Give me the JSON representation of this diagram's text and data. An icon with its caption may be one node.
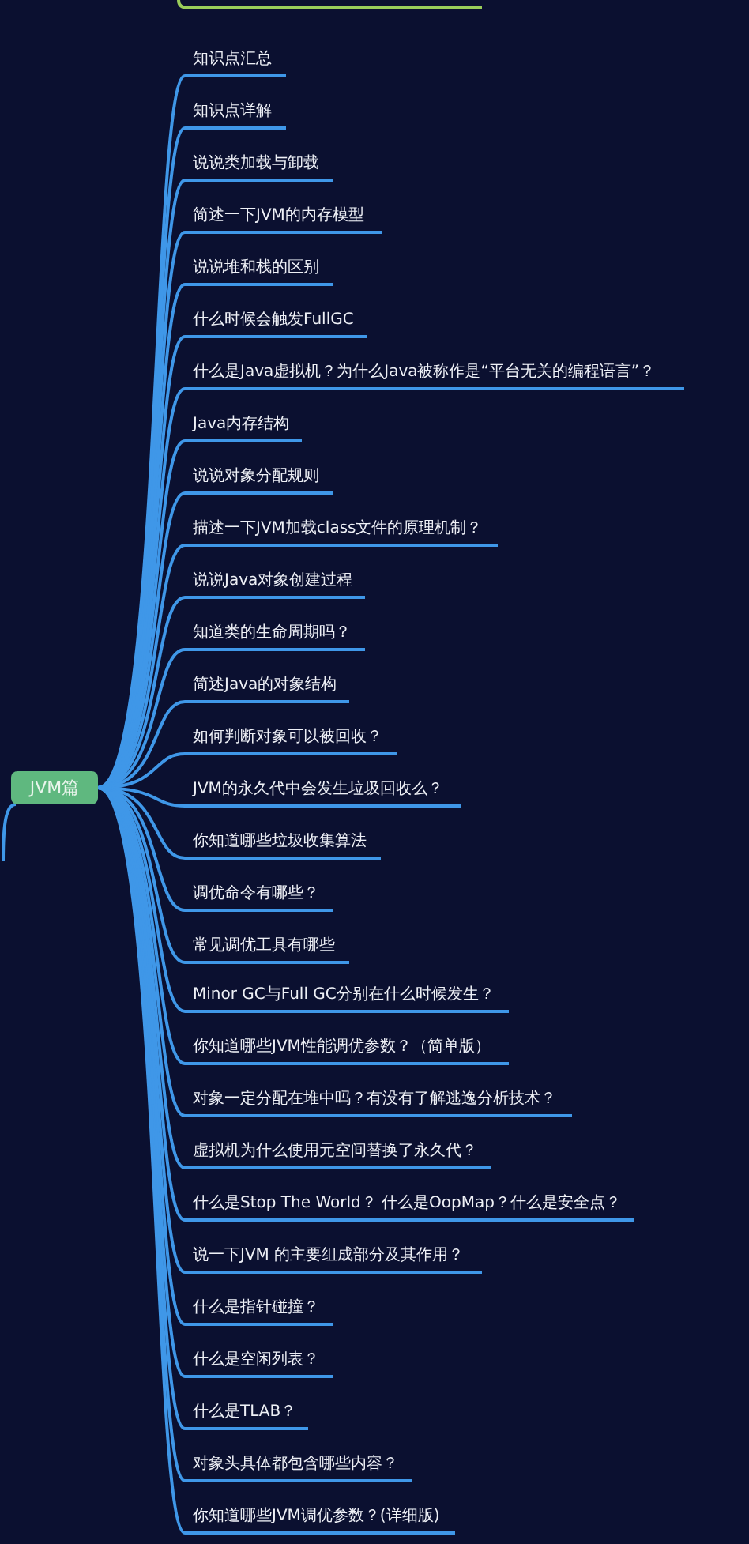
{
  "diagram": {
    "nodes": [
      {
        "text": [
          "JVM篇"
        ]
      },
      {
        "text": [
          "知识点汇总"
        ]
      },
      {
        "text": [
          "知识点详解"
        ]
      },
      {
        "text": [
          "说说类加载与卸载"
        ]
      },
      {
        "text": [
          "简述一下JVM的内存模型"
        ]
      },
      {
        "text": [
          "说说堆和栈的区别"
        ]
      },
      {
        "text": [
          "什么时候会触发FullGC"
        ]
      },
      {
        "text": [
          "什么是Java虚拟机？为什么Java被称作是“平台无关的编程语言”？"
        ]
      },
      {
        "text": [
          "Java内存结构"
        ]
      },
      {
        "text": [
          "说说对象分配规则"
        ]
      },
      {
        "text": [
          "描述一下JVM加载class文件的原理机制？"
        ]
      },
      {
        "text": [
          "说说Java对象创建过程"
        ]
      },
      {
        "text": [
          "知道类的生命周期吗？"
        ]
      },
      {
        "text": [
          "简述Java的对象结构"
        ]
      },
      {
        "text": [
          "如何判断对象可以被回收？"
        ]
      },
      {
        "text": [
          "JVM的永久代中会发生垃圾回收么？"
        ]
      },
      {
        "text": [
          "你知道哪些垃圾收集算法"
        ]
      },
      {
        "text": [
          "调优命令有哪些？"
        ]
      },
      {
        "text": [
          "常见调优工具有哪些"
        ]
      },
      {
        "text": [
          "Minor GC与Full GC分别在什么时候发生？"
        ]
      },
      {
        "text": [
          "你知道哪些JVM性能调优参数？（简单版）"
        ]
      },
      {
        "text": [
          "对象一定分配在堆中吗？有没有了解逃逸分析技术？"
        ]
      },
      {
        "text": [
          "虚拟机为什么使用元空间替换了永久代？"
        ]
      },
      {
        "text": [
          "什么是Stop The World？ 什么是OopMap？什么是安全点？"
        ]
      },
      {
        "text": [
          "说一下JVM 的主要组成部分及其作用？"
        ]
      },
      {
        "text": [
          "什么是指针碰撞？"
        ]
      },
      {
        "text": [
          "什么是空闲列表？"
        ]
      },
      {
        "text": [
          "什么是TLAB？"
        ]
      },
      {
        "text": [
          "对象头具体都包含哪些内容？"
        ]
      },
      {
        "text": [
          "你知道哪些JVM调优参数？(详细版)"
        ]
      }
    ],
    "edges": [
      {
        "from": null,
        "to": 0,
        "arrow": "none"
      },
      {
        "from": 0,
        "to": 1,
        "arrow": "none"
      },
      {
        "from": 0,
        "to": 2,
        "arrow": "none"
      },
      {
        "from": 0,
        "to": 3,
        "arrow": "none"
      },
      {
        "from": 0,
        "to": 4,
        "arrow": "none"
      },
      {
        "from": 0,
        "to": 5,
        "arrow": "none"
      },
      {
        "from": 0,
        "to": 6,
        "arrow": "none"
      },
      {
        "from": 0,
        "to": 7,
        "arrow": "none"
      },
      {
        "from": 0,
        "to": 8,
        "arrow": "none"
      },
      {
        "from": 0,
        "to": 9,
        "arrow": "none"
      },
      {
        "from": 0,
        "to": 10,
        "arrow": "none"
      },
      {
        "from": 0,
        "to": 11,
        "arrow": "none"
      },
      {
        "from": 0,
        "to": 12,
        "arrow": "none"
      },
      {
        "from": 0,
        "to": 13,
        "arrow": "none"
      },
      {
        "from": 0,
        "to": 14,
        "arrow": "none"
      },
      {
        "from": 0,
        "to": 15,
        "arrow": "none"
      },
      {
        "from": 0,
        "to": 16,
        "arrow": "none"
      },
      {
        "from": 0,
        "to": 17,
        "arrow": "none"
      },
      {
        "from": 0,
        "to": 18,
        "arrow": "none"
      },
      {
        "from": 0,
        "to": 19,
        "arrow": "none"
      },
      {
        "from": 0,
        "to": 20,
        "arrow": "none"
      },
      {
        "from": 0,
        "to": 21,
        "arrow": "none"
      },
      {
        "from": 0,
        "to": 22,
        "arrow": "none"
      },
      {
        "from": 0,
        "to": 23,
        "arrow": "none"
      },
      {
        "from": 0,
        "to": 24,
        "arrow": "none"
      },
      {
        "from": 0,
        "to": 25,
        "arrow": "none"
      },
      {
        "from": 0,
        "to": 26,
        "arrow": "none"
      },
      {
        "from": 0,
        "to": 27,
        "arrow": "none"
      },
      {
        "from": 0,
        "to": 28,
        "arrow": "none"
      },
      {
        "from": 0,
        "to": 29,
        "arrow": "none"
      }
    ]
  }
}
